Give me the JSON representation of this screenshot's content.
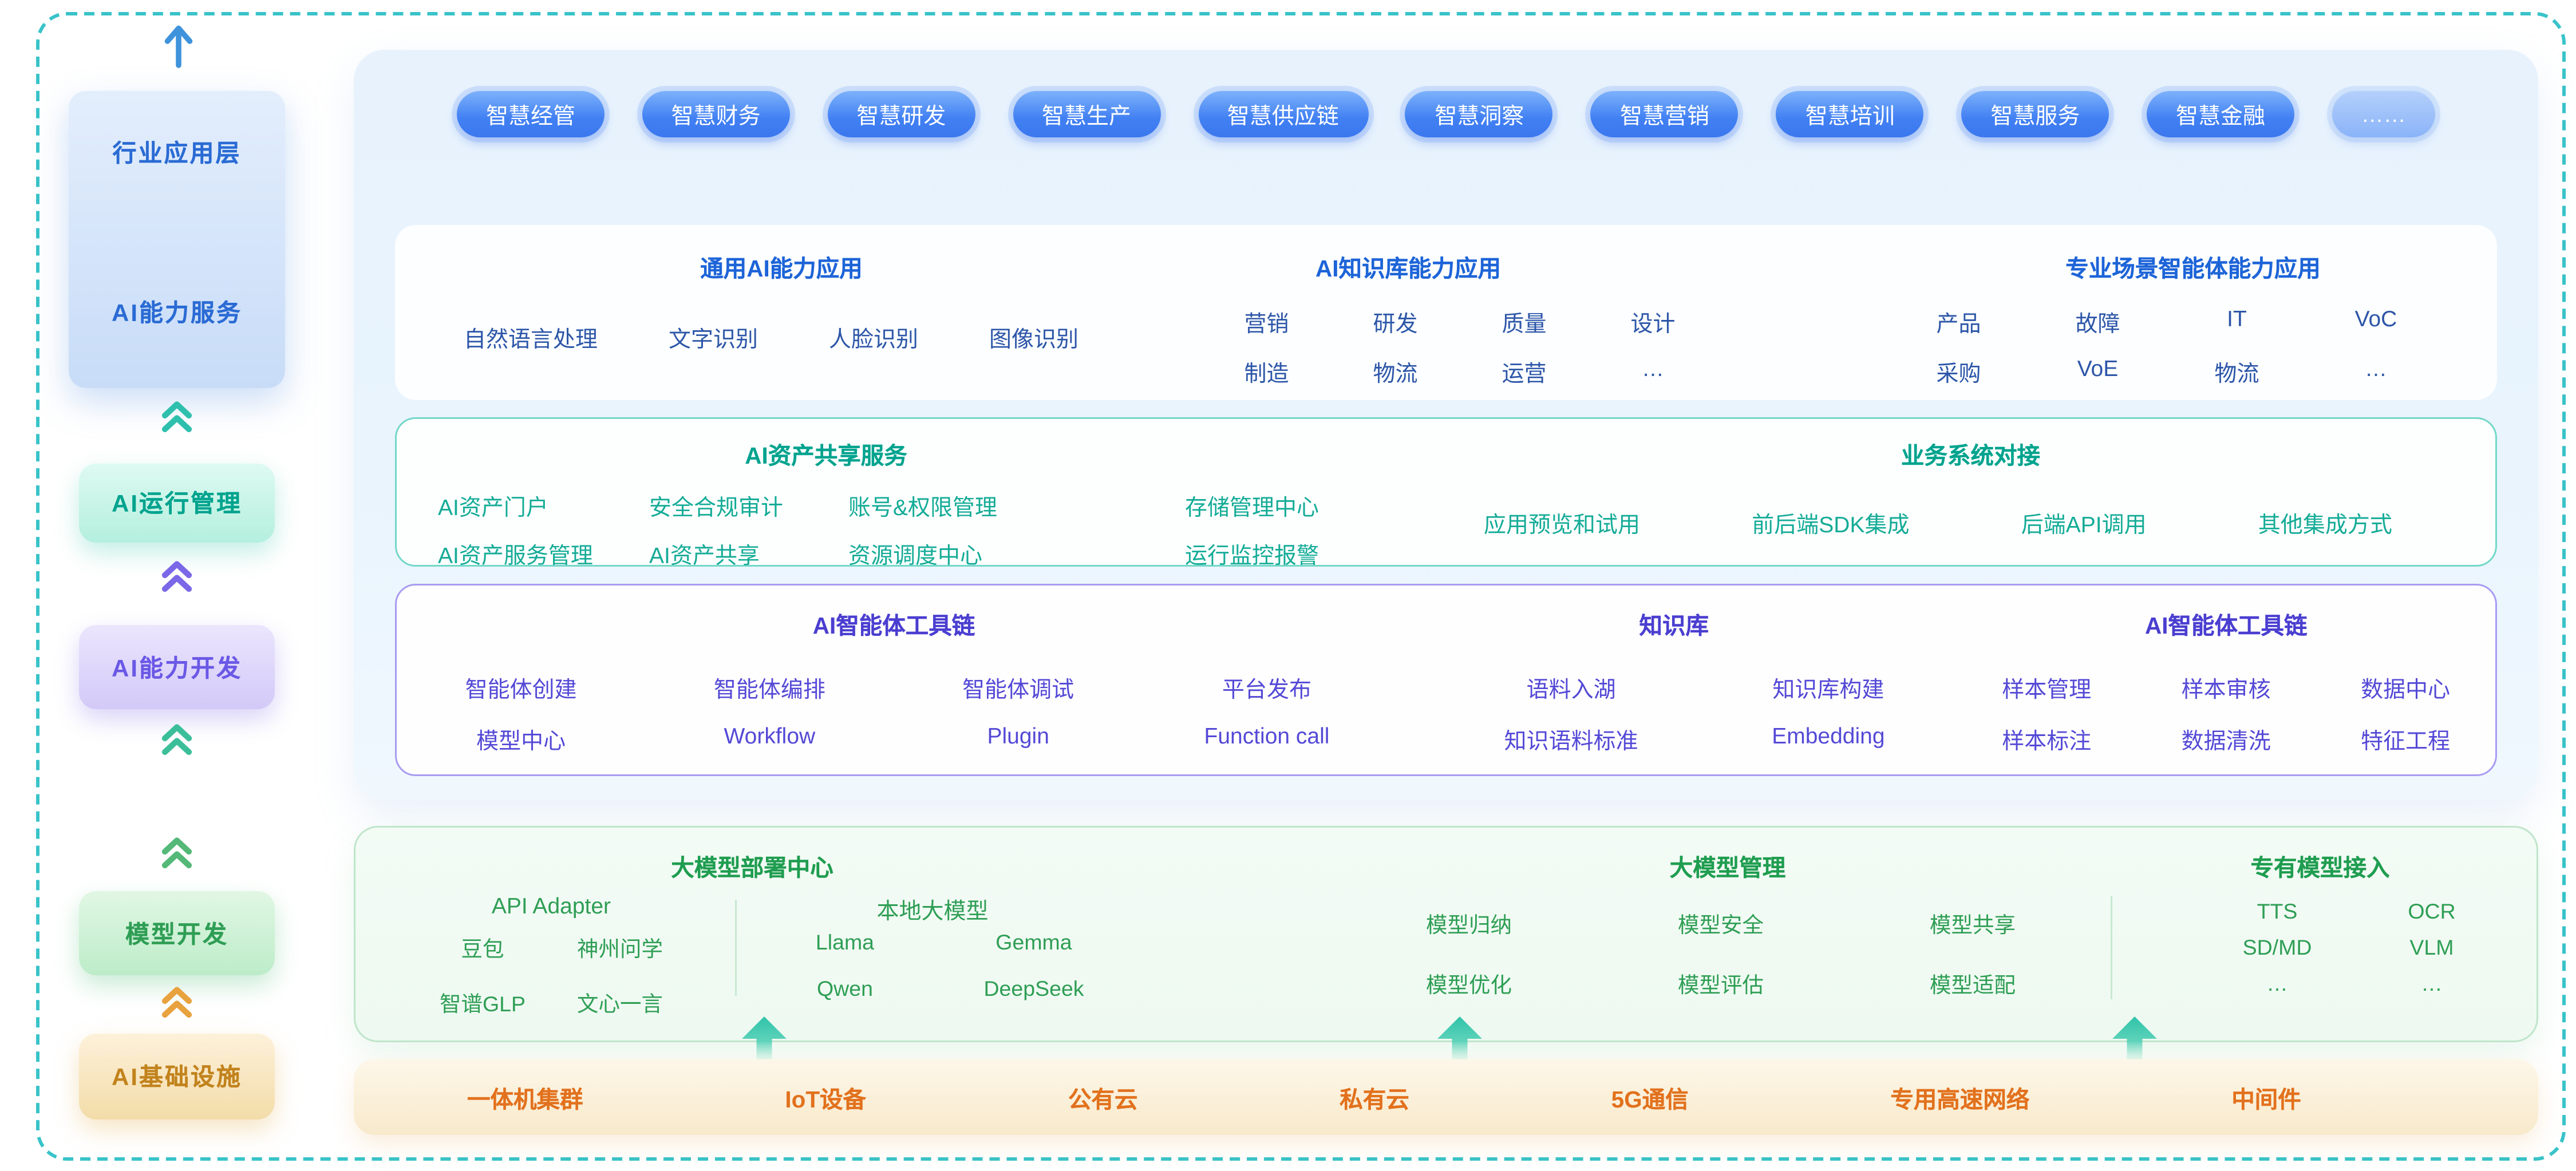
{
  "colors": {
    "frame_teal": "#38c3c9",
    "blue": "#1d64d8",
    "teal": "#00a38e",
    "purple": "#4a3ed0",
    "green": "#1f9d50",
    "orange": "#e2711d"
  },
  "sidebar": {
    "app_box": {
      "top": "行业应用层",
      "bottom": "AI能力服务"
    },
    "run_mgmt": "AI运行管理",
    "cap_dev": "AI能力开发",
    "model_dev": "模型开发",
    "infra": "AI基础设施"
  },
  "pills": [
    "智慧经管",
    "智慧财务",
    "智慧研发",
    "智慧生产",
    "智慧供应链",
    "智慧洞察",
    "智慧营销",
    "智慧培训",
    "智慧服务",
    "智慧金融",
    "……"
  ],
  "capability": {
    "general": {
      "title": "通用AI能力应用",
      "items": [
        "自然语言处理",
        "文字识别",
        "人脸识别",
        "图像识别"
      ]
    },
    "knowledge": {
      "title": "AI知识库能力应用",
      "row1": [
        "营销",
        "研发",
        "质量",
        "设计"
      ],
      "row2": [
        "制造",
        "物流",
        "运营",
        "…"
      ]
    },
    "agent": {
      "title": "专业场景智能体能力应用",
      "row1": [
        "产品",
        "故障",
        "IT",
        "VoC"
      ],
      "row2": [
        "采购",
        "VoE",
        "物流",
        "…"
      ]
    }
  },
  "asset": {
    "share_title": "AI资产共享服务",
    "share_row1": [
      "AI资产门户",
      "安全合规审计",
      "账号&权限管理",
      "存储管理中心"
    ],
    "share_row2": [
      "AI资产服务管理",
      "AI资产共享",
      "资源调度中心",
      "运行监控报警"
    ],
    "biz_title": "业务系统对接",
    "biz_items": [
      "应用预览和试用",
      "前后端SDK集成",
      "后端API调用",
      "其他集成方式"
    ]
  },
  "toolchain": {
    "agent_title": "AI智能体工具链",
    "agent_row1": [
      "智能体创建",
      "智能体编排",
      "智能体调试",
      "平台发布"
    ],
    "agent_row2": [
      "模型中心",
      "Workflow",
      "Plugin",
      "Function call"
    ],
    "kb_title": "知识库",
    "kb_row1": [
      "语料入湖",
      "知识库构建"
    ],
    "kb_row2": [
      "知识语料标准",
      "Embedding"
    ],
    "data_title": "AI智能体工具链",
    "data_row1": [
      "样本管理",
      "样本审核",
      "数据中心"
    ],
    "data_row2": [
      "样本标注",
      "数据清洗",
      "特征工程"
    ]
  },
  "models": {
    "deploy_title": "大模型部署中心",
    "api_title": "API Adapter",
    "api_row1": [
      "豆包",
      "神州问学"
    ],
    "api_row2": [
      "智谱GLP",
      "文心一言"
    ],
    "local_title": "本地大模型",
    "local_row1": [
      "Llama",
      "Gemma"
    ],
    "local_row2": [
      "Qwen",
      "DeepSeek"
    ],
    "manage_title": "大模型管理",
    "manage_row1": [
      "模型归纳",
      "模型安全",
      "模型共享"
    ],
    "manage_row2": [
      "模型优化",
      "模型评估",
      "模型适配"
    ],
    "prop_title": "专有模型接入",
    "prop_row1": [
      "TTS",
      "OCR"
    ],
    "prop_row2": [
      "SD/MD",
      "VLM"
    ],
    "prop_row3": [
      "…",
      "…"
    ]
  },
  "infra": {
    "items": [
      "一体机集群",
      "IoT设备",
      "公有云",
      "私有云",
      "5G通信",
      "专用高速网络",
      "中间件"
    ]
  }
}
